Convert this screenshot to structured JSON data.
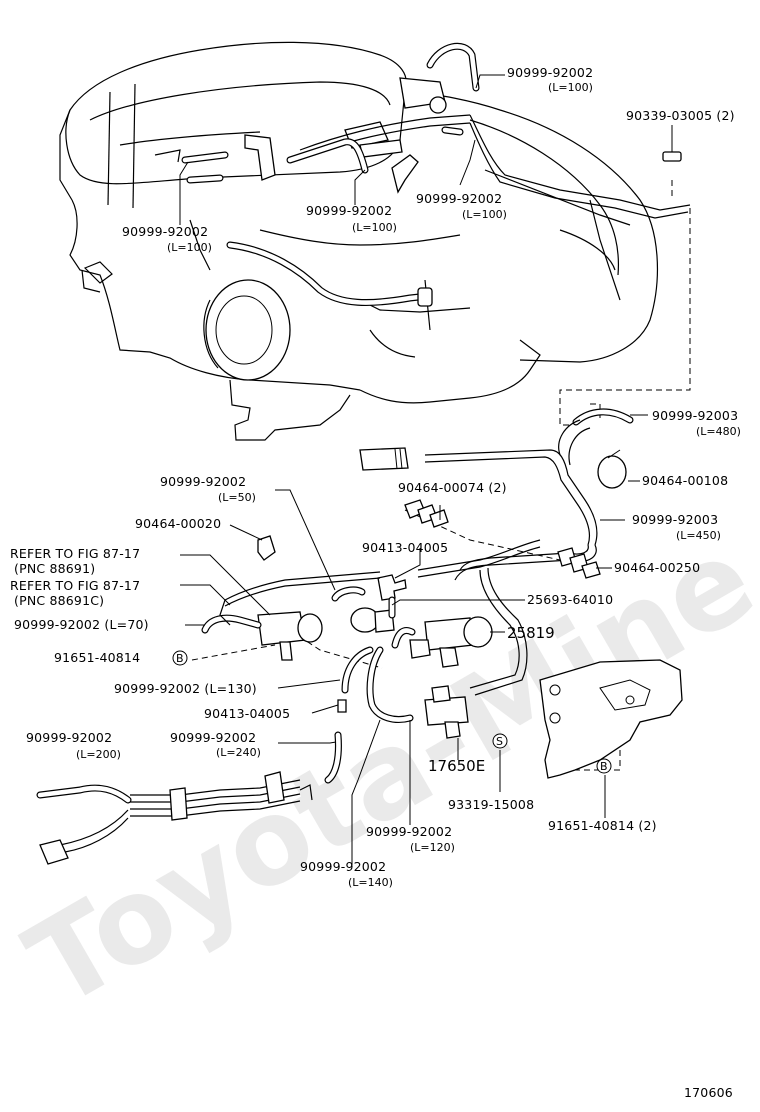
{
  "watermark": "Toyota-Mine.ru",
  "figure_number": "170606",
  "callouts": {
    "hose_top_right": {
      "part": "90999-92002",
      "len": "(L=100)"
    },
    "clip_90339": {
      "part": "90339-03005 (2)"
    },
    "hose_center_left": {
      "part": "90999-92002",
      "len": "(L=100)"
    },
    "hose_center_right": {
      "part": "90999-92002",
      "len": "(L=100)"
    },
    "hose_left": {
      "part": "90999-92002",
      "len": "(L=100)"
    },
    "hose_480": {
      "part": "90999-92003",
      "len": "(L=480)"
    },
    "clamp_00108": {
      "part": "90464-00108"
    },
    "hose_l50": {
      "part": "90999-92002",
      "len": "(L=50)"
    },
    "clamp_00074": {
      "part": "90464-00074 (2)"
    },
    "hose_450": {
      "part": "90999-92003",
      "len": "(L=450)"
    },
    "clamp_00020": {
      "part": "90464-00020"
    },
    "tee_04005_upper": {
      "part": "90413-04005"
    },
    "clamp_00250": {
      "part": "90464-00250"
    },
    "refer_1": {
      "line1": "REFER TO FIG 87-17",
      "line2": "(PNC 88691)"
    },
    "refer_2": {
      "line1": "REFER TO FIG 87-17",
      "line2": "(PNC 88691C)"
    },
    "valve_25693": {
      "part": "25693-64010"
    },
    "hose_l70": {
      "part": "90999-92002 (L=70)"
    },
    "vsv_25819": {
      "part": "25819"
    },
    "bolt_91651_left": {
      "part": "91651-40814",
      "badge": "B"
    },
    "hose_l130": {
      "part": "90999-92002 (L=130)"
    },
    "tee_04005_lower": {
      "part": "90413-04005"
    },
    "hose_l200": {
      "part": "90999-92002",
      "len": "(L=200)"
    },
    "hose_l240": {
      "part": "90999-92002",
      "len": "(L=240)"
    },
    "vsv_17650e": {
      "part": "17650E"
    },
    "screw_s_badge": {
      "badge": "S"
    },
    "screw_93319": {
      "part": "93319-15008"
    },
    "bolt_91651_right": {
      "part": "91651-40814 (2)",
      "badge": "B"
    },
    "hose_l120": {
      "part": "90999-92002",
      "len": "(L=120)"
    },
    "hose_l140": {
      "part": "90999-92002",
      "len": "(L=140)"
    }
  }
}
